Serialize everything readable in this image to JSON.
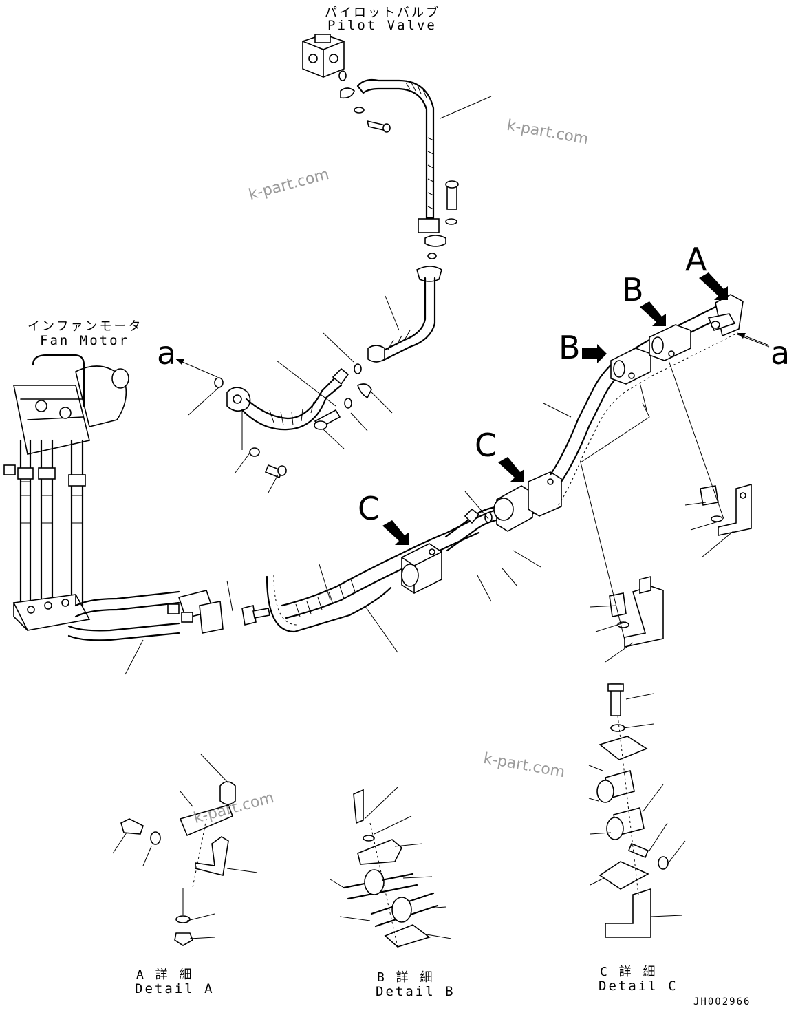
{
  "labels": {
    "pilot_valve_jp": "パイロットバルブ",
    "pilot_valve_en": "Pilot Valve",
    "fan_motor_jp": "インファンモータ",
    "fan_motor_en": "Fan Motor",
    "detail_a_jp": "A 詳 細",
    "detail_a_en": "Detail A",
    "detail_b_jp": "B 詳 細",
    "detail_b_en": "Detail B",
    "detail_c_jp": "C 詳 細",
    "detail_c_en": "Detail C",
    "drawing_code": "JH002966"
  },
  "callouts": {
    "A": "A",
    "B1": "B",
    "B2": "B",
    "C1": "C",
    "C2": "C",
    "a_left": "a",
    "a_right": "a"
  },
  "watermarks": [
    "k-part.com",
    "k-part.com",
    "k-part.com",
    "k-part.com"
  ]
}
